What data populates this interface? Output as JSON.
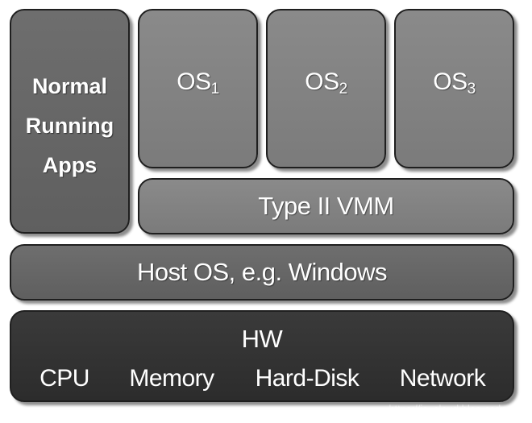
{
  "apps": {
    "line1": "Normal",
    "line2": "Running",
    "line3": "Apps"
  },
  "guests": [
    {
      "prefix": "OS",
      "index": "1"
    },
    {
      "prefix": "OS",
      "index": "2"
    },
    {
      "prefix": "OS",
      "index": "3"
    }
  ],
  "vmm": {
    "label": "Type II VMM"
  },
  "host": {
    "label": "Host OS, e.g. Windows"
  },
  "hardware": {
    "title": "HW",
    "components": [
      "CPU",
      "Memory",
      "Hard-Disk",
      "Network"
    ]
  },
  "watermark": "https://js_cloud.blog.csdn.net"
}
